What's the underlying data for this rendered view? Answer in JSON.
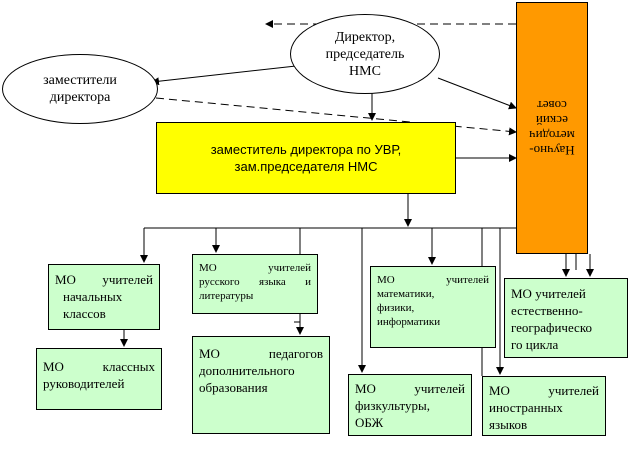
{
  "nodes": {
    "director": [
      "Директор,",
      "председатель",
      "НМС"
    ],
    "deputies": [
      "заместители",
      "директора"
    ],
    "deputy_uvr": [
      "заместитель директора по УВР,",
      "зам.председателя НМС"
    ],
    "nms": [
      "Научно-",
      "методич",
      "еский",
      "совет"
    ],
    "mo_primary": [
      "МО учителей",
      "начальных",
      "классов"
    ],
    "mo_class": [
      "МО классных",
      "руководителей"
    ],
    "mo_russian": [
      "МО учителей",
      "русского языка и",
      "литературы"
    ],
    "mo_additional": [
      "МО педагогов",
      "дополнительного",
      "образования"
    ],
    "mo_math": [
      "МО учителей",
      "математики,",
      "физики,",
      "информатики"
    ],
    "mo_science": [
      "МО учителей",
      "естественно-",
      "географическо",
      "го цикла"
    ],
    "mo_pe": [
      "МО учителей",
      "физкультуры,",
      "ОБЖ"
    ],
    "mo_languages": [
      "МО учителей",
      "иностранных",
      "языков"
    ]
  },
  "colors": {
    "green": "#ccffcc",
    "yellow": "#ffff00",
    "orange": "#ff9900"
  }
}
